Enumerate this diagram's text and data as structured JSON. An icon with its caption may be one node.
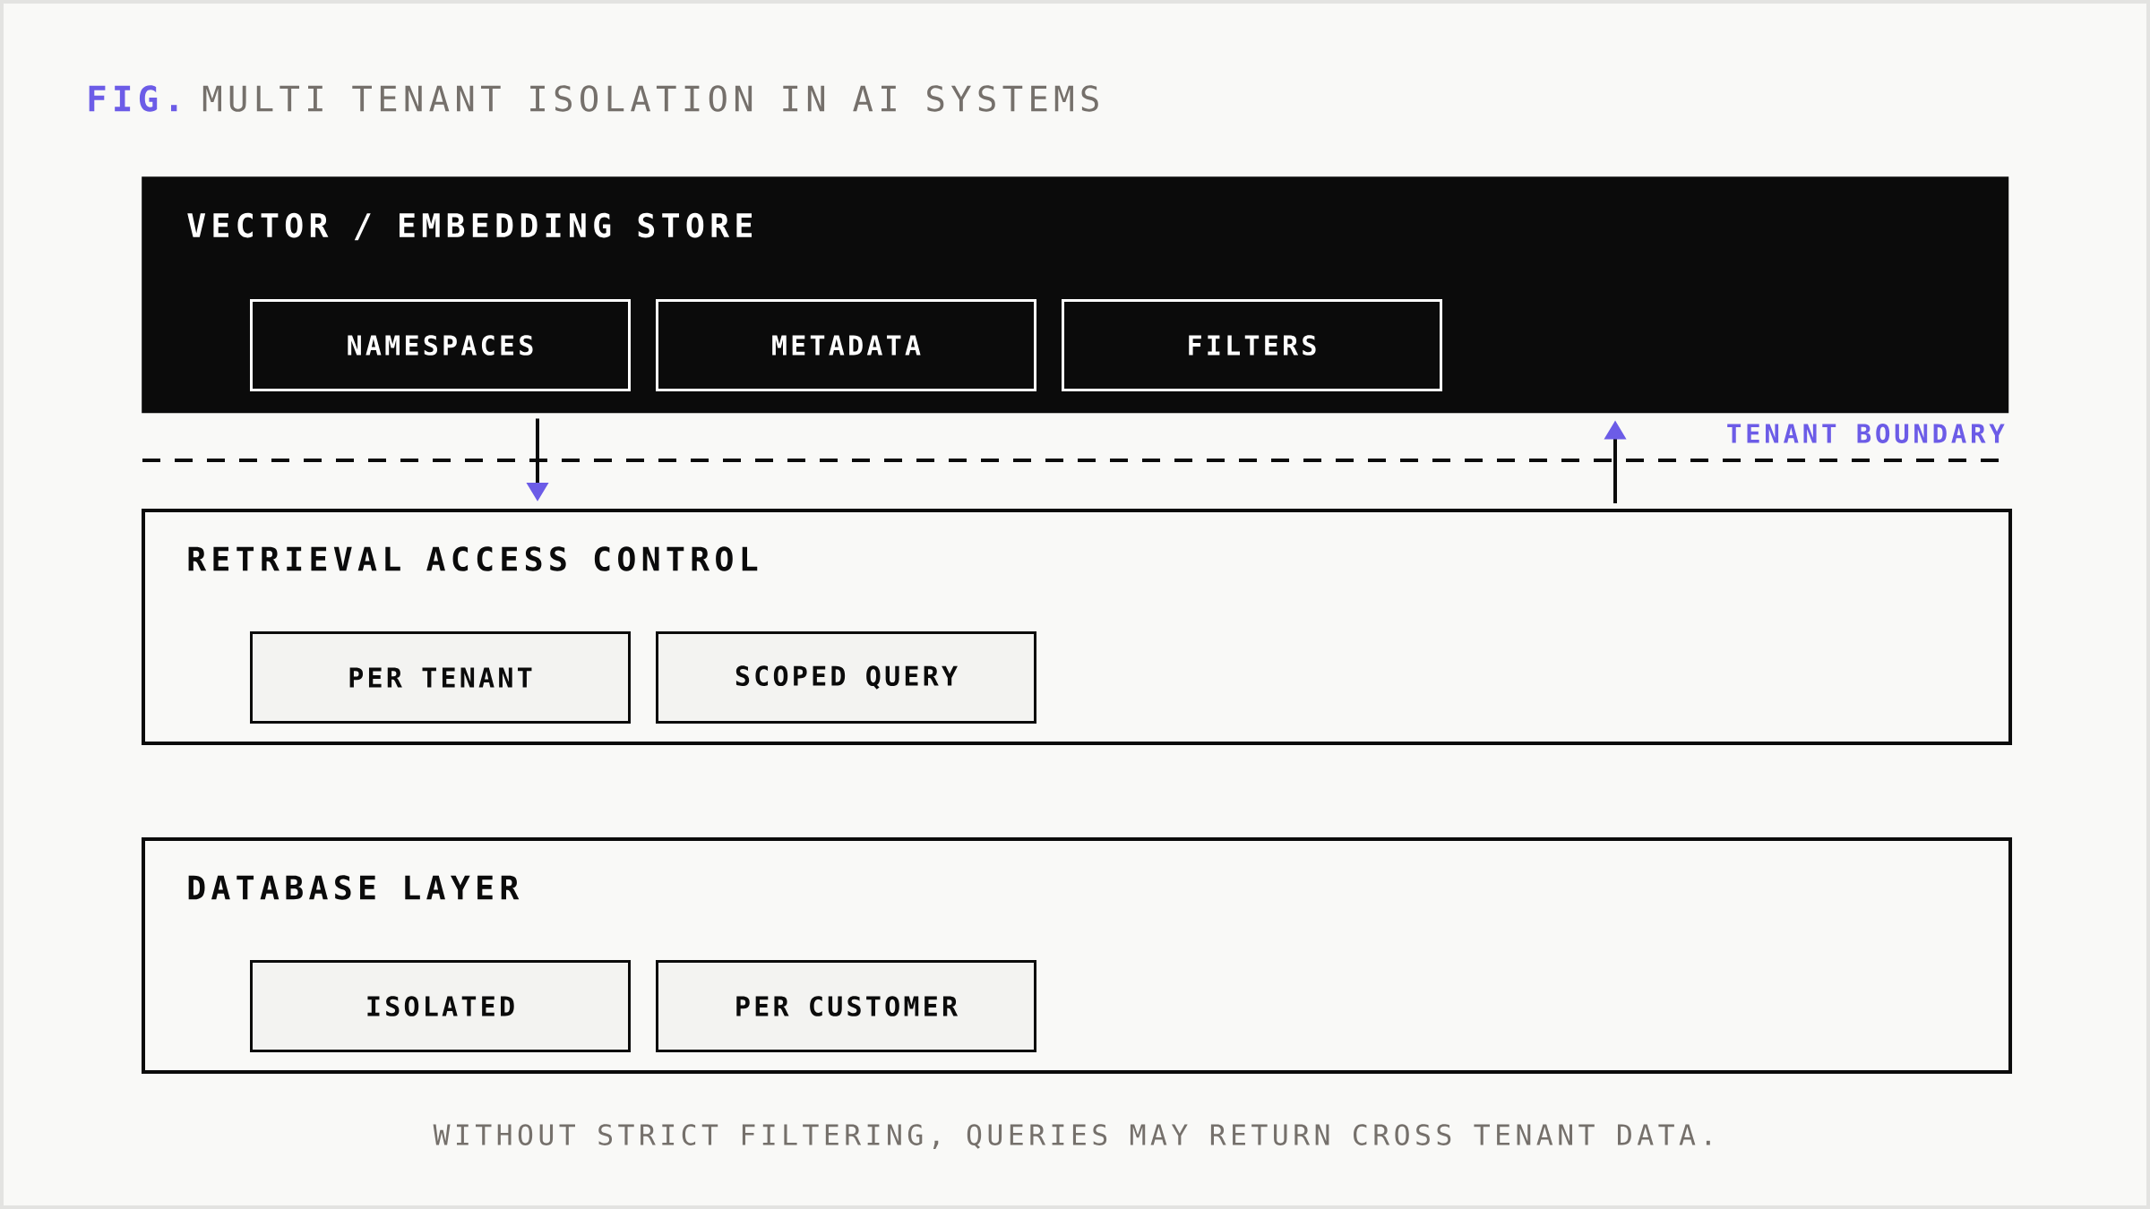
{
  "diagram": {
    "title": "MULTI TENANT ISOLATION IN AI SYSTEMS",
    "caption": "WITHOUT STRICT FILTERING, QUERIES MAY RETURN CROSS TENANT DATA.",
    "nodes": [
      {
        "text": [
          "VECTOR / EMBEDDING STORE"
        ]
      },
      {
        "text": [
          "NAMESPACES"
        ],
        "in": 0
      },
      {
        "text": [
          "METADATA"
        ],
        "in": 0
      },
      {
        "text": [
          "FILTERS"
        ],
        "in": 0
      },
      {
        "text": [
          "RETRIEVAL ACCESS CONTROL"
        ]
      },
      {
        "text": [
          "PER TENANT"
        ],
        "in": 4
      },
      {
        "text": [
          "SCOPED QUERY"
        ],
        "in": 4
      },
      {
        "text": [
          "DATABASE LAYER"
        ]
      },
      {
        "text": [
          "ISOLATED"
        ],
        "in": 7
      },
      {
        "text": [
          "PER CUSTOMER"
        ],
        "in": 7
      }
    ],
    "edges": [
      {
        "from": 0,
        "to": 4,
        "arrow": "to"
      },
      {
        "from": 4,
        "to": 0,
        "arrow": "to"
      }
    ],
    "labels": [
      "FIG.",
      "TENANT BOUNDARY"
    ]
  }
}
